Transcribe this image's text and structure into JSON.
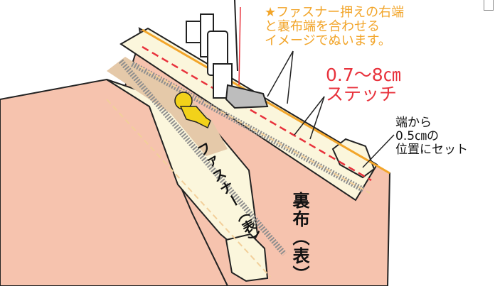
{
  "annotations": {
    "presser_foot_tip": "★ファスナー押えの右端\nと裏布端を合わせる\nイメージでぬいます。",
    "stitch_length": "0.7〜8㎝\nステッチ",
    "edge_position": "端から\n0.5㎝の\n位置にセット"
  },
  "fabric_labels": {
    "zipper": "ファスナー（表）",
    "lining": "裏布（表）"
  },
  "colors": {
    "annotation_orange": "#f2a52a",
    "stitch_red": "#e8323c",
    "lining_pink": "#f6c3ae",
    "zipper_tape": "#fbf6dc",
    "zipper_teeth": "#8e8e8e",
    "pin_yellow": "#f2d21a",
    "line_dark": "#222222"
  },
  "icons": [
    "presser-foot-icon",
    "pin-icon",
    "zipper-icon"
  ]
}
